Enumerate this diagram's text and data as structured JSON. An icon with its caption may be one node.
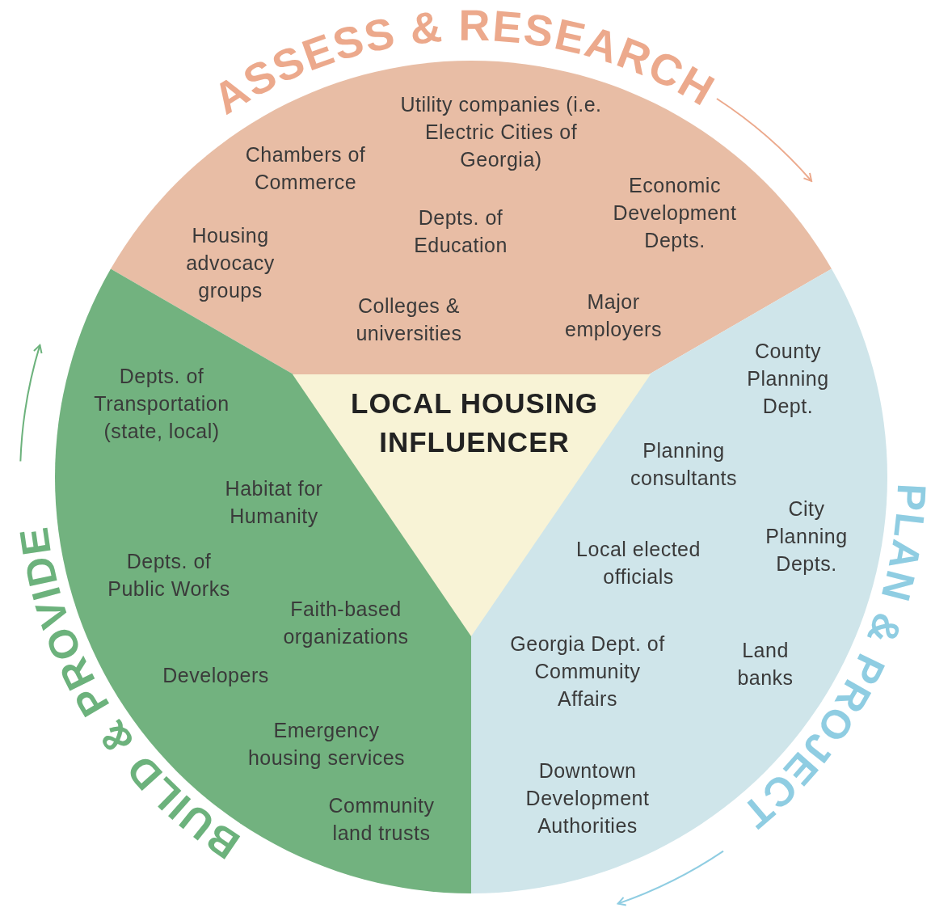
{
  "diagram": {
    "nodes": [
      {
        "text": [
          "ASSESS & RESEARCH",
          "Utility companies (i.e. Electric Cities of Georgia)",
          "Chambers of Commerce",
          "Economic Development Depts.",
          "Depts. of Education",
          "Housing advocacy groups",
          "Colleges & universities",
          "Major employers"
        ]
      },
      {
        "text": [
          "BUILD & PROVIDE",
          "Depts. of Transportation (state, local)",
          "Habitat for Humanity",
          "Depts. of Public Works",
          "Faith-based organizations",
          "Developers",
          "Emergency housing services",
          "Community land trusts"
        ]
      },
      {
        "text": [
          "PLAN & PROJECT",
          "County Planning Dept.",
          "Planning consultants",
          "City Planning Depts.",
          "Local elected officials",
          "Georgia Dept. of Community Affairs",
          "Land banks",
          "Downtown Development Authorities"
        ]
      },
      {
        "text": [
          "LOCAL HOUSING INFLUENCER"
        ]
      }
    ]
  }
}
